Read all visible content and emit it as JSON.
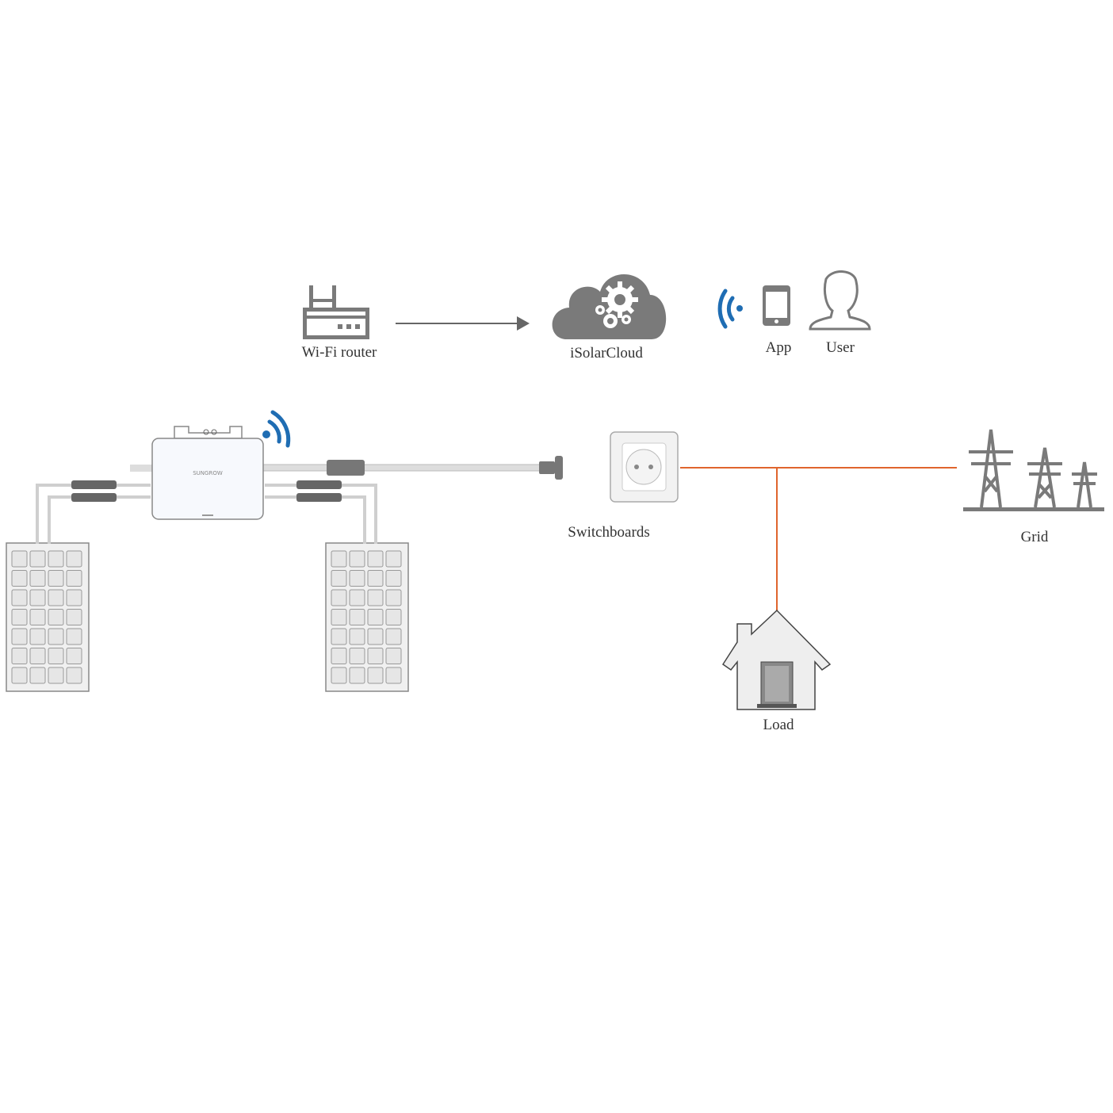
{
  "labels": {
    "router": "Wi-Fi router",
    "cloud": "iSolarCloud",
    "app": "App",
    "user": "User",
    "switchboards": "Switchboards",
    "grid": "Grid",
    "load": "Load",
    "inverter_brand": "SUNGROW"
  },
  "colors": {
    "icon_gray": "#7a7a7a",
    "wifi_blue": "#1f6db3",
    "ac_line": "#e0652d",
    "cable": "#d4d4d4"
  }
}
